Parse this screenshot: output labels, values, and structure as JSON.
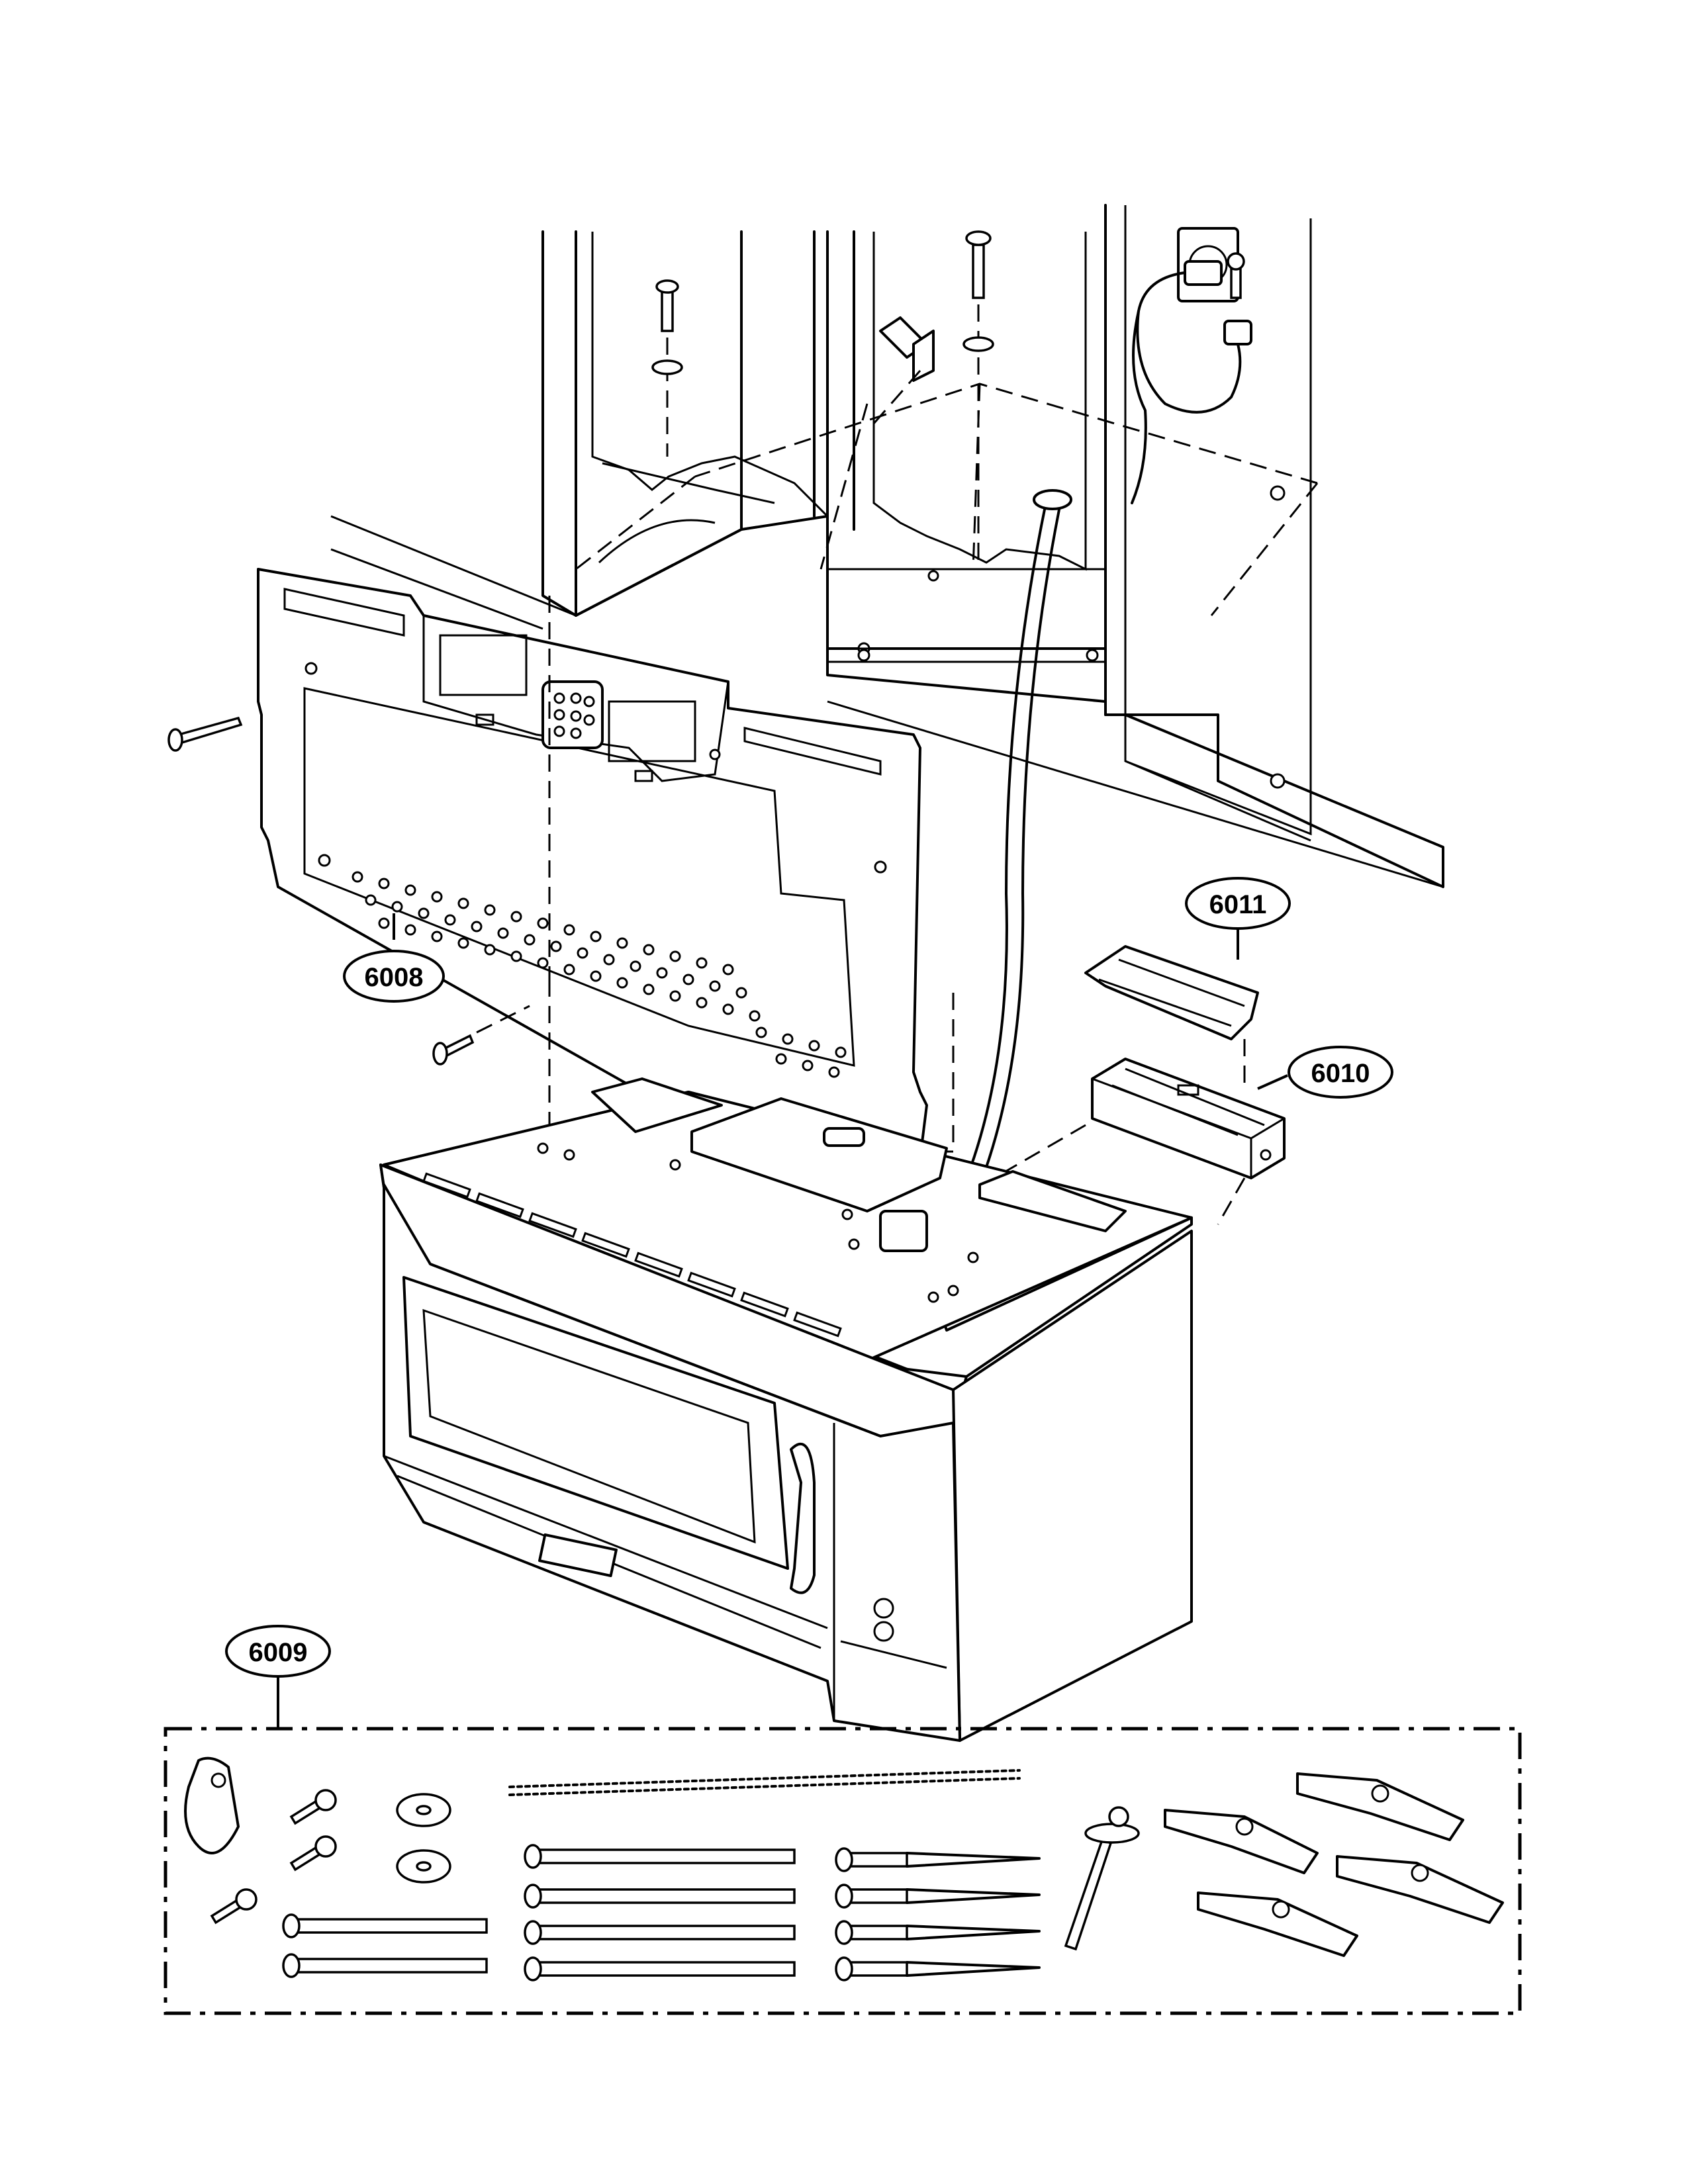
{
  "diagram": {
    "callouts": [
      {
        "id": "6008",
        "label": "6008"
      },
      {
        "id": "6009",
        "label": "6009"
      },
      {
        "id": "6010",
        "label": "6010"
      },
      {
        "id": "6011",
        "label": "6011"
      }
    ]
  },
  "colors": {
    "line": "#000000",
    "background": "#ffffff"
  }
}
